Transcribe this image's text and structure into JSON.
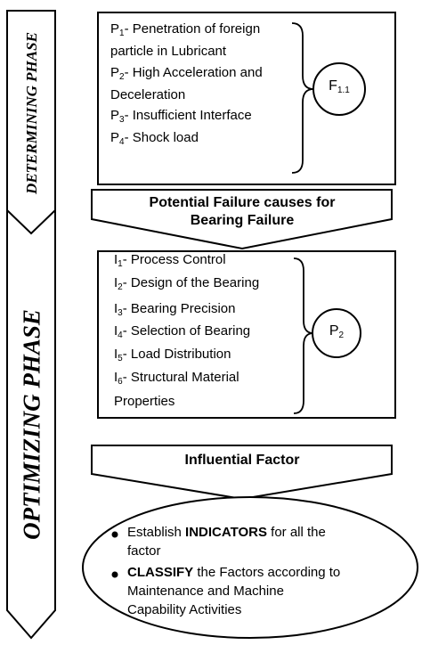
{
  "phases": {
    "determining": "DETERMINING PHASE",
    "optimizing": "OPTIMIZING PHASE"
  },
  "causes": {
    "items": [
      {
        "sym": "P",
        "sub": "1",
        "text": "- Penetration of foreign"
      },
      {
        "sym": "",
        "sub": "",
        "text": "particle in Lubricant"
      },
      {
        "sym": "P",
        "sub": "2",
        "text": "- High Acceleration and"
      },
      {
        "sym": "",
        "sub": "",
        "text": "Deceleration"
      },
      {
        "sym": "P",
        "sub": "3",
        "text": "- Insufficient Interface"
      },
      {
        "sym": "P",
        "sub": "4",
        "text": "- Shock load"
      }
    ],
    "node": {
      "sym": "F",
      "sub": "1.1"
    }
  },
  "arrow1": {
    "line1": "Potential Failure causes for",
    "line2": "Bearing Failure"
  },
  "factors": {
    "items": [
      {
        "sym": "I",
        "sub": "1",
        "text": "- Process Control"
      },
      {
        "sym": "I",
        "sub": "2",
        "text": "- Design of the Bearing"
      },
      {
        "sym": "I",
        "sub": "3",
        "text": "- Bearing Precision"
      },
      {
        "sym": "I",
        "sub": "4",
        "text": "- Selection of Bearing"
      },
      {
        "sym": "I",
        "sub": "5",
        "text": "- Load Distribution"
      },
      {
        "sym": "I",
        "sub": "6",
        "text": "- Structural Material"
      },
      {
        "sym": "",
        "sub": "",
        "text": "Properties"
      }
    ],
    "node": {
      "sym": "P",
      "sub": "2"
    }
  },
  "arrow2": {
    "label": "Influential Factor"
  },
  "final": {
    "bullet1": {
      "pre": "Establish ",
      "bold": "INDICATORS",
      "post": " for all the",
      "line2": "factor"
    },
    "bullet2": {
      "pre": "",
      "bold": "CLASSIFY",
      "post": " the Factors according to",
      "line2": "Maintenance and Machine",
      "line3": "Capability Activities"
    }
  }
}
